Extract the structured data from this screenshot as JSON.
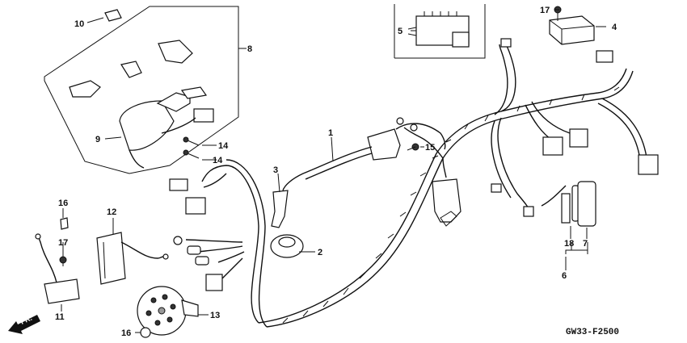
{
  "diagram": {
    "callouts": [
      "1",
      "2",
      "3",
      "4",
      "5",
      "6",
      "7",
      "8",
      "9",
      "10",
      "11",
      "12",
      "13",
      "14",
      "15",
      "16",
      "17",
      "18"
    ],
    "direction_label": "FR.",
    "drawing_code": "GW33-F2500"
  }
}
